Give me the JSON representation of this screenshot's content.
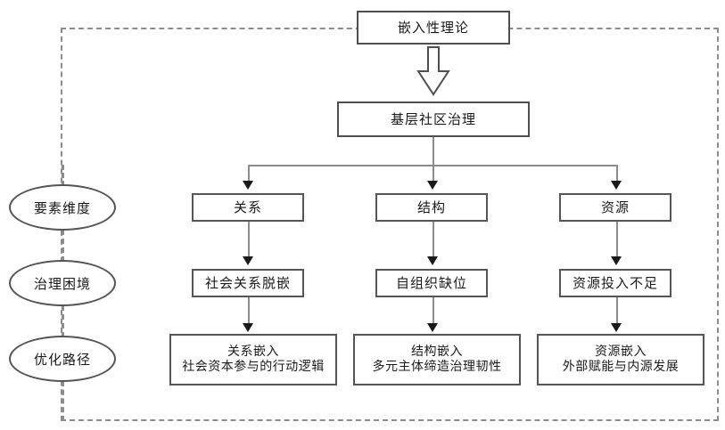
{
  "diagram": {
    "title_box": {
      "label": "嵌入性理论"
    },
    "subject_box": {
      "label": "基层社区治理"
    },
    "stages": [
      {
        "id": "element-dimension",
        "label": "要素维度"
      },
      {
        "id": "governance-dilemma",
        "label": "治理困境"
      },
      {
        "id": "optimization-path",
        "label": "优化路径"
      }
    ],
    "columns": [
      {
        "id": "relationship",
        "dimension": "关系",
        "dilemma": "社会关系脱嵌",
        "path_line1": "关系嵌入",
        "path_line2": "社会资本参与的行动逻辑"
      },
      {
        "id": "structure",
        "dimension": "结构",
        "dilemma": "自组织缺位",
        "path_line1": "结构嵌入",
        "path_line2": "多元主体缔造治理韧性"
      },
      {
        "id": "resource",
        "dimension": "资源",
        "dilemma": "资源投入不足",
        "path_line1": "资源嵌入",
        "path_line2": "外部赋能与内源发展"
      }
    ],
    "colors": {
      "box_border": "#555555",
      "frame_dash": "#8c8c8c",
      "connector": "#8c8c8c",
      "arrow_head": "#1a1a1a",
      "text": "#1a1a1a",
      "background": "#ffffff"
    }
  }
}
